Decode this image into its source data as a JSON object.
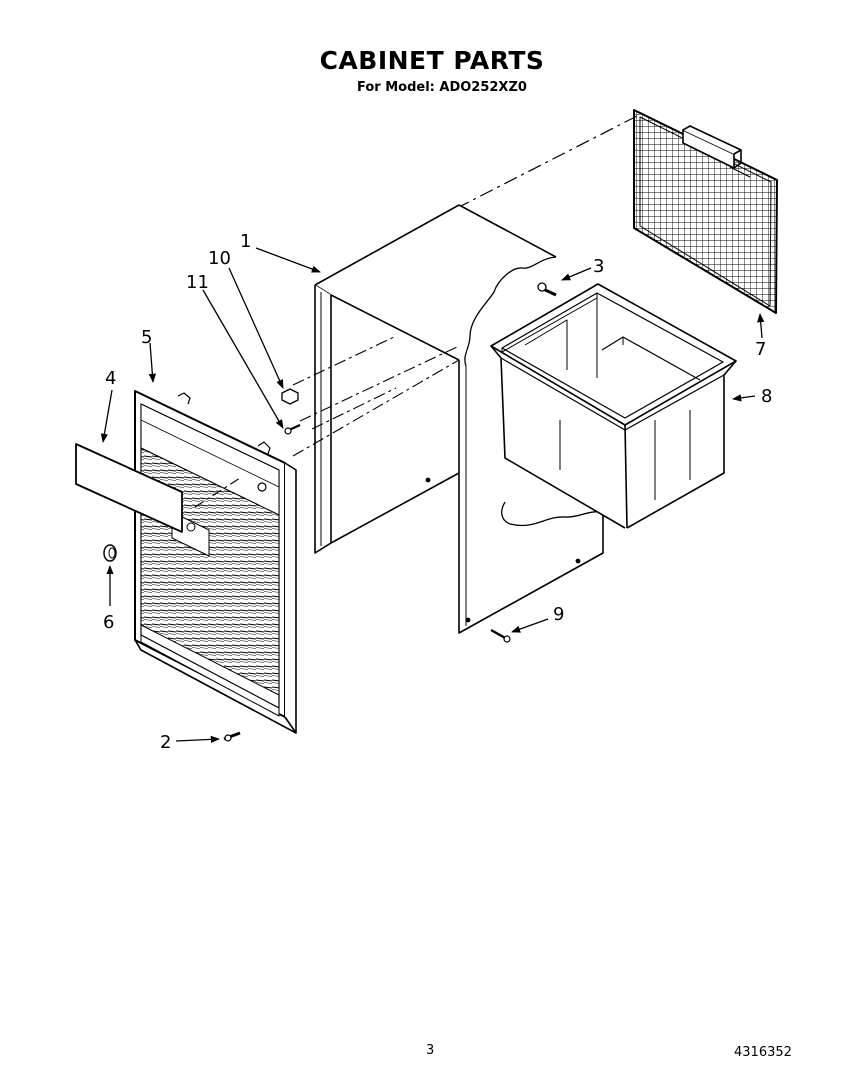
{
  "header": {
    "title": "CABINET PARTS",
    "model_line": "For Model: ADO252XZ0"
  },
  "callouts": [
    "1",
    "2",
    "3",
    "4",
    "5",
    "6",
    "7",
    "8",
    "9",
    "10",
    "11"
  ],
  "footer": {
    "page_number": "3",
    "document_number": "4316352"
  }
}
